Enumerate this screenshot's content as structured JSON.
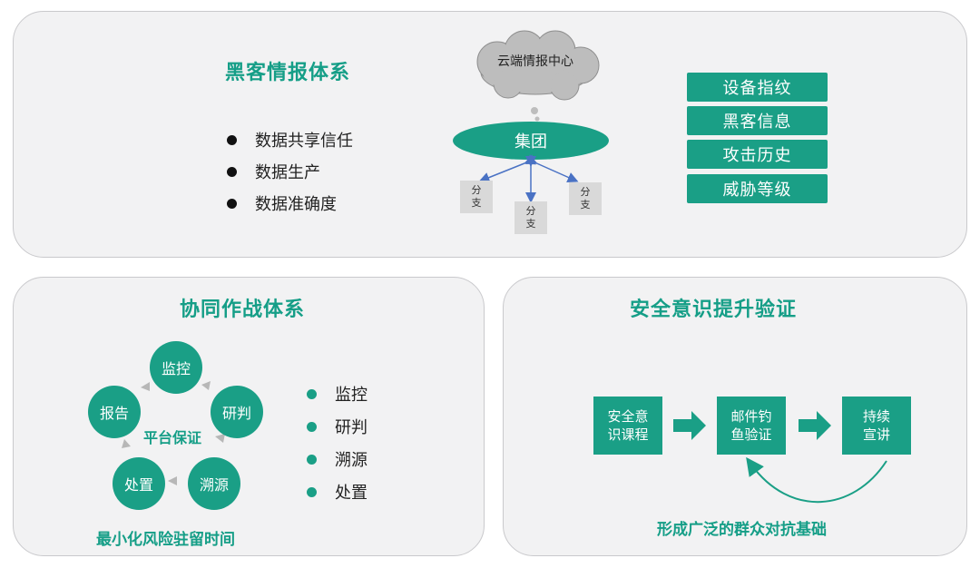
{
  "intel": {
    "title": "黑客情报体系",
    "bullets": [
      "数据共享信任",
      "数据生产",
      "数据准确度"
    ],
    "cloud_label": "云端情报中心",
    "group_label": "集团",
    "branches": [
      "分支",
      "分支",
      "分支"
    ],
    "tags": [
      "设备指纹",
      "黑客信息",
      "攻击历史",
      "威胁等级"
    ]
  },
  "coop": {
    "title": "协同作战体系",
    "cycle_nodes": [
      "监控",
      "研判",
      "溯源",
      "处置",
      "报告"
    ],
    "center_label": "平台保证",
    "bullets": [
      "监控",
      "研判",
      "溯源",
      "处置"
    ],
    "footer": "最小化风险驻留时间"
  },
  "aware": {
    "title": "安全意识提升验证",
    "steps": [
      "安全意识课程",
      "邮件钓鱼验证",
      "持续宣讲"
    ],
    "footer": "形成广泛的群众对抗基础"
  },
  "colors": {
    "accent": "#1a9f86",
    "title": "#159e87",
    "panel_bg": "#f2f2f3",
    "cloud": "#bdbdbd",
    "branch_box": "#d9d9d9",
    "arrow_blue": "#4a72c4",
    "cycle_arrow": "#b7b7b7"
  }
}
